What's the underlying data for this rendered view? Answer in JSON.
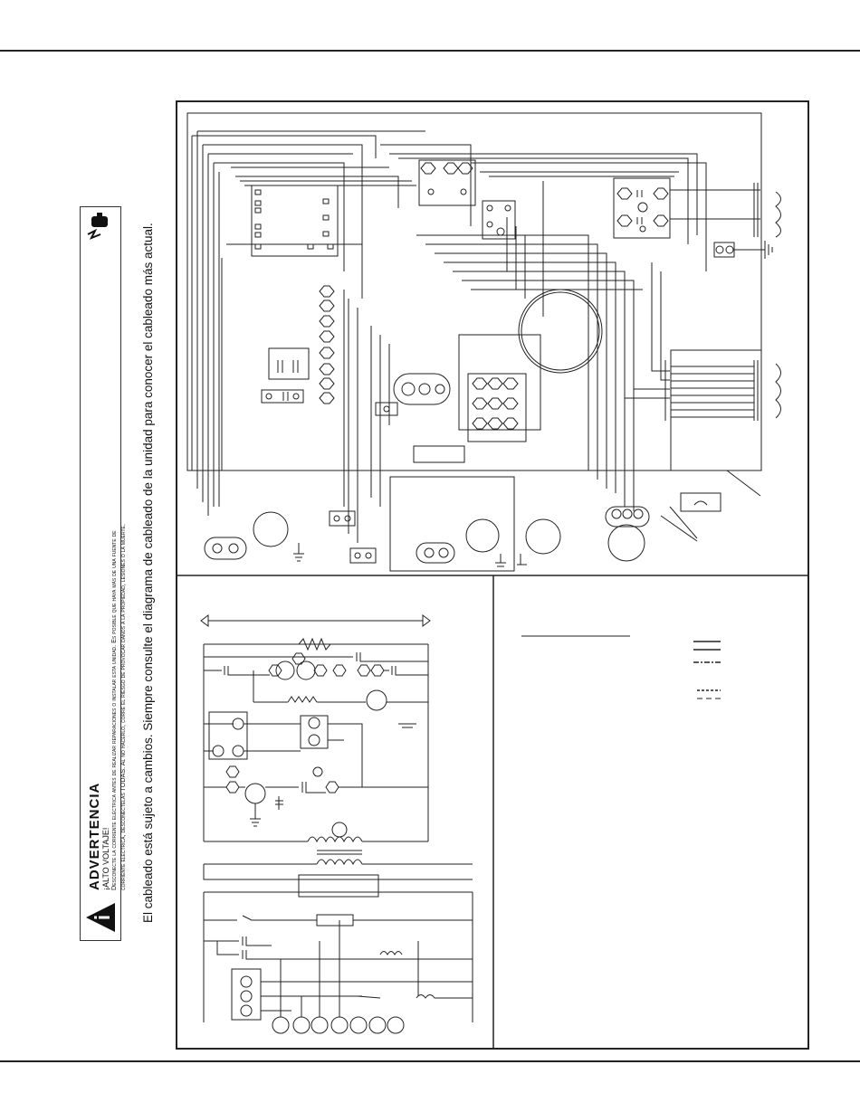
{
  "warning": {
    "heading": "ADVERTENCIA",
    "subheading": "¡ALTO VOLTAJE!",
    "line1": "Desconecte la corriente eléctrica antes de realizar reparaciones o instalar esta unidad. Es posible que haya más de una fuente de",
    "line2": "corriente eléctrica, desconéctelas TODAS. Al no hacerlo, corre el riesgo de provocar daños a la propiedad, lesiones o la muerte.",
    "icons": [
      "warning-triangle-icon",
      "electric-shock-hand-icon"
    ]
  },
  "note": "El cableado está sujeto a cambios. Siempre consulte el diagrama de cableado de la unidad para conocer el cableado más actual."
}
